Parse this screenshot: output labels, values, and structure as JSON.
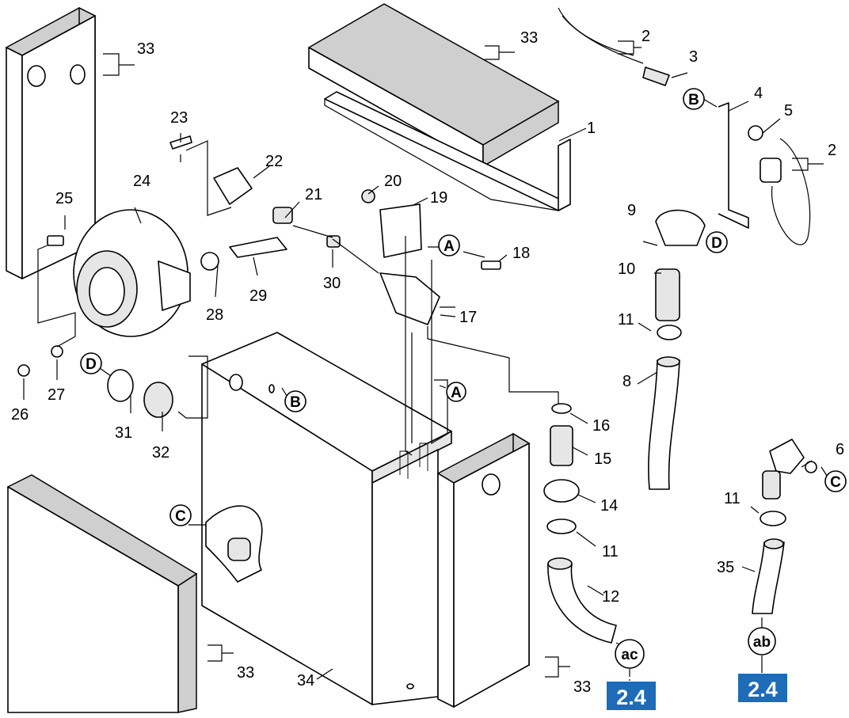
{
  "diagram": {
    "part_numbers": [
      "1",
      "2",
      "2",
      "3",
      "4",
      "5",
      "6",
      "8",
      "9",
      "10",
      "11",
      "11",
      "11",
      "12",
      "14",
      "15",
      "16",
      "17",
      "18",
      "19",
      "20",
      "21",
      "22",
      "23",
      "24",
      "25",
      "26",
      "27",
      "28",
      "29",
      "30",
      "31",
      "32",
      "33",
      "33",
      "33",
      "33",
      "34",
      "35"
    ],
    "connection_markers": [
      "A",
      "A",
      "B",
      "B",
      "C",
      "C",
      "D",
      "D",
      "ac",
      "ab"
    ],
    "page_refs": [
      "2.4",
      "2.4"
    ],
    "colors": {
      "ref_box": "#1e6bb8",
      "foam": "#cfcfcf"
    }
  }
}
